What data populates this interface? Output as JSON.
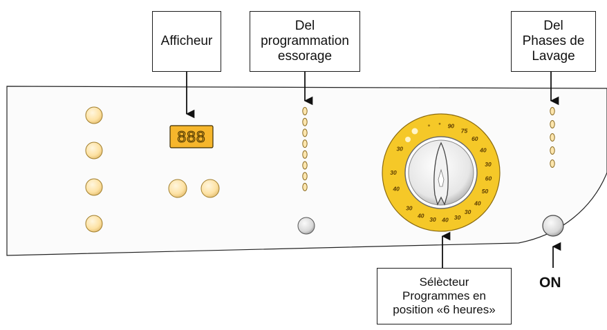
{
  "labels": {
    "display": "Afficheur",
    "spin_led": "Del\nprogrammation\nessorage",
    "wash_led": "Del\nPhases de\nLavage",
    "selector": "Sélècteur\nProgrammes en\nposition «6 heures»",
    "on": "ON"
  },
  "display_value": "888",
  "dial": {
    "right_scale": [
      "90",
      "75",
      "60",
      "40",
      "30",
      "60",
      "50",
      "40",
      "30"
    ],
    "bottom_scale": [
      "30",
      "40",
      "30",
      "40",
      "30"
    ],
    "left_scale": [
      "30",
      "30",
      "40"
    ],
    "top_marks": [
      "°",
      "°"
    ]
  },
  "colors": {
    "panel": "#fbfbfb",
    "button_fill": "#fde6ae",
    "button_stroke": "#a07d2a",
    "display_fill": "#f6b62c",
    "dial_ring": "#f5c828",
    "dial_text": "#5a3b00"
  }
}
